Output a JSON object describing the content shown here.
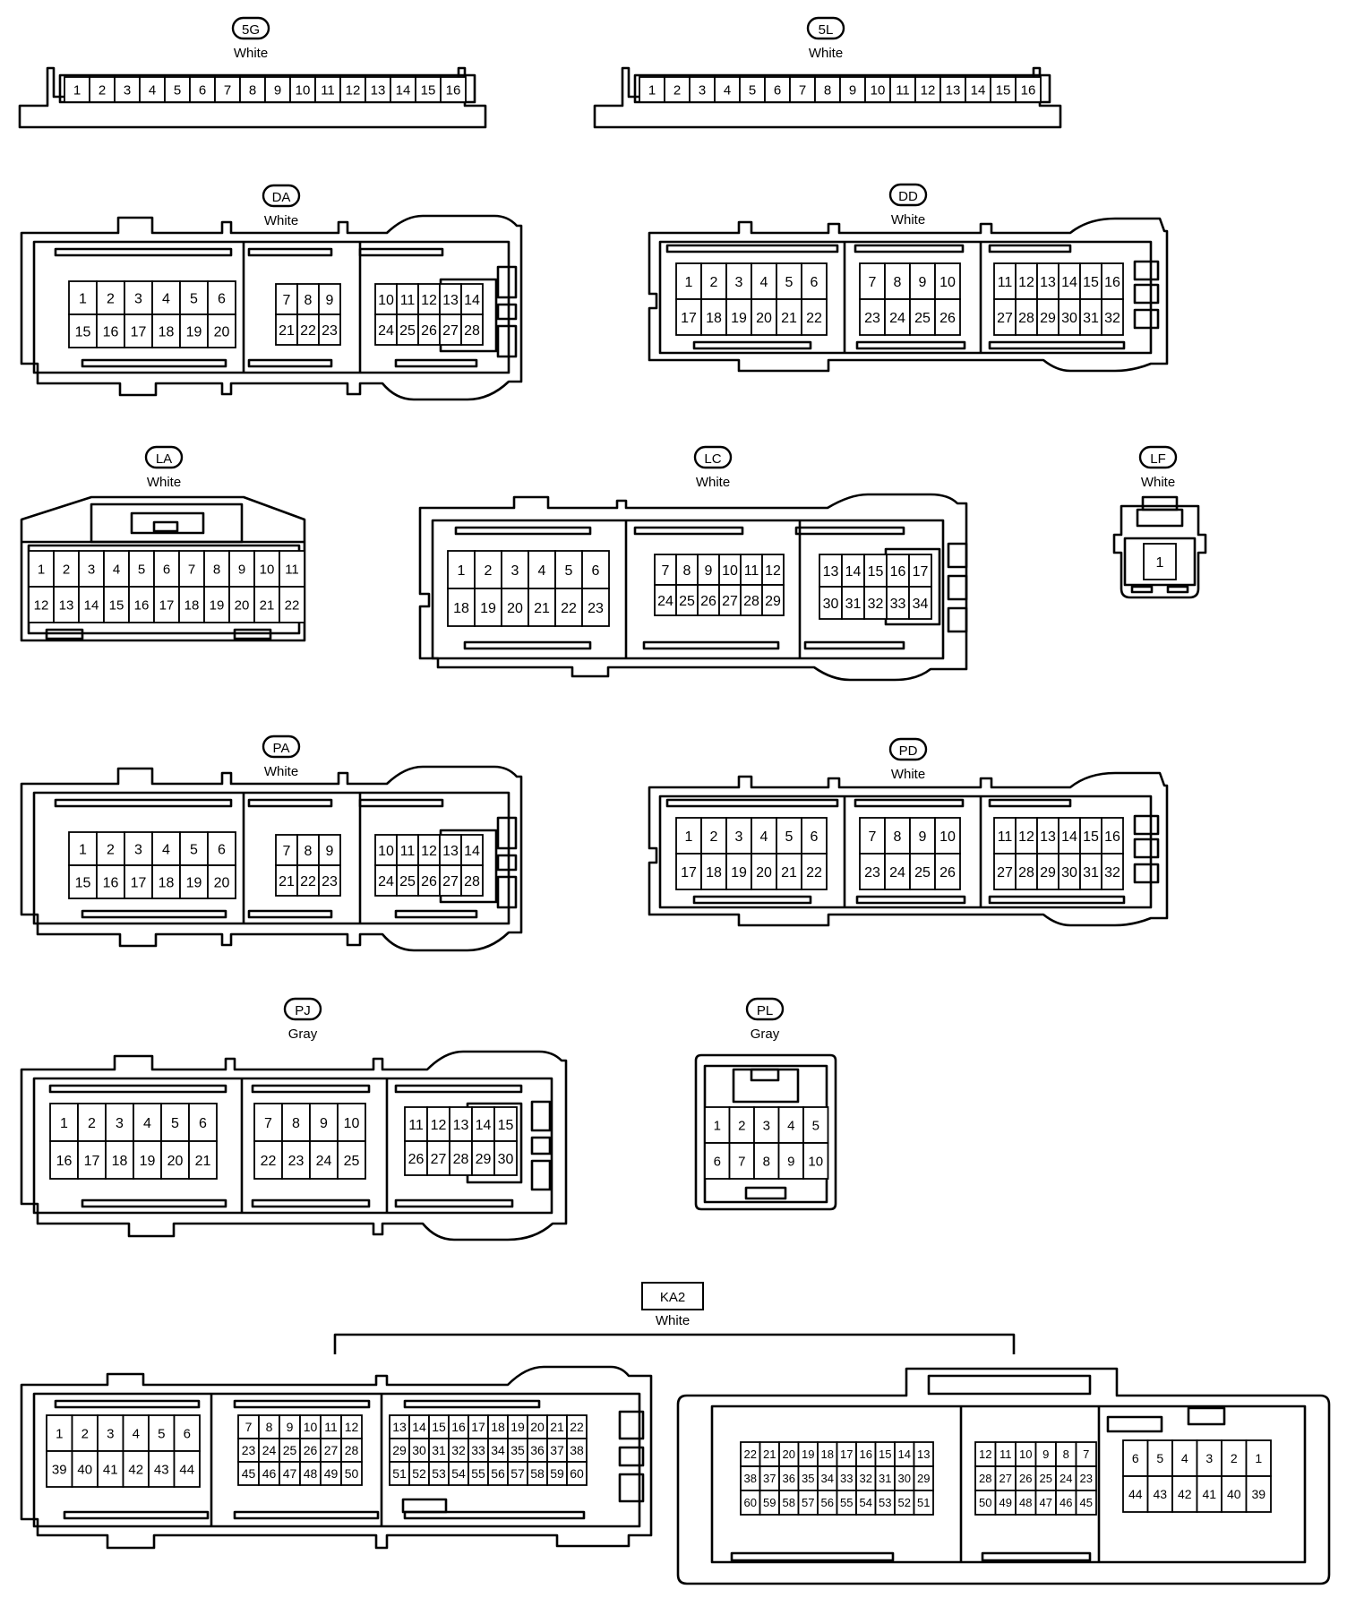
{
  "connectors": [
    {
      "id": "5G",
      "label": "5G",
      "color": "White",
      "rows": [
        [
          "1",
          "2",
          "3",
          "4",
          "5",
          "6",
          "7",
          "8",
          "9",
          "10",
          "11",
          "12",
          "13",
          "14",
          "15",
          "16"
        ]
      ]
    },
    {
      "id": "5L",
      "label": "5L",
      "color": "White",
      "rows": [
        [
          "1",
          "2",
          "3",
          "4",
          "5",
          "6",
          "7",
          "8",
          "9",
          "10",
          "11",
          "12",
          "13",
          "14",
          "15",
          "16"
        ]
      ]
    },
    {
      "id": "DA",
      "label": "DA",
      "color": "White",
      "rows": [
        [
          "1",
          "2",
          "3",
          "4",
          "5",
          "6"
        ],
        [
          "15",
          "16",
          "17",
          "18",
          "19",
          "20"
        ],
        [
          "7",
          "8",
          "9"
        ],
        [
          "21",
          "22",
          "23"
        ],
        [
          "10",
          "11",
          "12",
          "13",
          "14"
        ],
        [
          "24",
          "25",
          "26",
          "27",
          "28"
        ]
      ]
    },
    {
      "id": "DD",
      "label": "DD",
      "color": "White",
      "rows": [
        [
          "1",
          "2",
          "3",
          "4",
          "5",
          "6"
        ],
        [
          "17",
          "18",
          "19",
          "20",
          "21",
          "22"
        ],
        [
          "7",
          "8",
          "9",
          "10"
        ],
        [
          "23",
          "24",
          "25",
          "26"
        ],
        [
          "11",
          "12",
          "13",
          "14",
          "15",
          "16"
        ],
        [
          "27",
          "28",
          "29",
          "30",
          "31",
          "32"
        ]
      ]
    },
    {
      "id": "LA",
      "label": "LA",
      "color": "White",
      "rows": [
        [
          "1",
          "2",
          "3",
          "4",
          "5",
          "6",
          "7",
          "8",
          "9",
          "10",
          "11"
        ],
        [
          "12",
          "13",
          "14",
          "15",
          "16",
          "17",
          "18",
          "19",
          "20",
          "21",
          "22"
        ]
      ]
    },
    {
      "id": "LC",
      "label": "LC",
      "color": "White",
      "rows": [
        [
          "1",
          "2",
          "3",
          "4",
          "5",
          "6"
        ],
        [
          "18",
          "19",
          "20",
          "21",
          "22",
          "23"
        ],
        [
          "7",
          "8",
          "9",
          "10",
          "11",
          "12"
        ],
        [
          "24",
          "25",
          "26",
          "27",
          "28",
          "29"
        ],
        [
          "13",
          "14",
          "15",
          "16",
          "17"
        ],
        [
          "30",
          "31",
          "32",
          "33",
          "34"
        ]
      ]
    },
    {
      "id": "LF",
      "label": "LF",
      "color": "White",
      "rows": [
        [
          "1"
        ]
      ]
    },
    {
      "id": "PA",
      "label": "PA",
      "color": "White",
      "rows": [
        [
          "1",
          "2",
          "3",
          "4",
          "5",
          "6"
        ],
        [
          "15",
          "16",
          "17",
          "18",
          "19",
          "20"
        ],
        [
          "7",
          "8",
          "9"
        ],
        [
          "21",
          "22",
          "23"
        ],
        [
          "10",
          "11",
          "12",
          "13",
          "14"
        ],
        [
          "24",
          "25",
          "26",
          "27",
          "28"
        ]
      ]
    },
    {
      "id": "PD",
      "label": "PD",
      "color": "White",
      "rows": [
        [
          "1",
          "2",
          "3",
          "4",
          "5",
          "6"
        ],
        [
          "17",
          "18",
          "19",
          "20",
          "21",
          "22"
        ],
        [
          "7",
          "8",
          "9",
          "10"
        ],
        [
          "23",
          "24",
          "25",
          "26"
        ],
        [
          "11",
          "12",
          "13",
          "14",
          "15",
          "16"
        ],
        [
          "27",
          "28",
          "29",
          "30",
          "31",
          "32"
        ]
      ]
    },
    {
      "id": "PJ",
      "label": "PJ",
      "color": "Gray",
      "rows": [
        [
          "1",
          "2",
          "3",
          "4",
          "5",
          "6"
        ],
        [
          "16",
          "17",
          "18",
          "19",
          "20",
          "21"
        ],
        [
          "7",
          "8",
          "9",
          "10"
        ],
        [
          "22",
          "23",
          "24",
          "25"
        ],
        [
          "11",
          "12",
          "13",
          "14",
          "15"
        ],
        [
          "26",
          "27",
          "28",
          "29",
          "30"
        ]
      ]
    },
    {
      "id": "PL",
      "label": "PL",
      "color": "Gray",
      "rows": [
        [
          "1",
          "2",
          "3",
          "4",
          "5"
        ],
        [
          "6",
          "7",
          "8",
          "9",
          "10"
        ]
      ]
    },
    {
      "id": "KA2",
      "label": "KA2",
      "color": "White",
      "rows": [
        [
          "1",
          "2",
          "3",
          "4",
          "5",
          "6"
        ],
        [
          "39",
          "40",
          "41",
          "42",
          "43",
          "44"
        ],
        [
          "7",
          "8",
          "9",
          "10",
          "11",
          "12"
        ],
        [
          "23",
          "24",
          "25",
          "26",
          "27",
          "28"
        ],
        [
          "45",
          "46",
          "47",
          "48",
          "49",
          "50"
        ],
        [
          "13",
          "14",
          "15",
          "16",
          "17",
          "18",
          "19",
          "20",
          "21",
          "22"
        ],
        [
          "29",
          "30",
          "31",
          "32",
          "33",
          "34",
          "35",
          "36",
          "37",
          "38"
        ],
        [
          "51",
          "52",
          "53",
          "54",
          "55",
          "56",
          "57",
          "58",
          "59",
          "60"
        ],
        [
          "22",
          "21",
          "20",
          "19",
          "18",
          "17",
          "16",
          "15",
          "14",
          "13"
        ],
        [
          "38",
          "37",
          "36",
          "35",
          "34",
          "33",
          "32",
          "31",
          "30",
          "29"
        ],
        [
          "60",
          "59",
          "58",
          "57",
          "56",
          "55",
          "54",
          "53",
          "52",
          "51"
        ],
        [
          "12",
          "11",
          "10",
          "9",
          "8",
          "7"
        ],
        [
          "28",
          "27",
          "26",
          "25",
          "24",
          "23"
        ],
        [
          "50",
          "49",
          "48",
          "47",
          "46",
          "45"
        ],
        [
          "6",
          "5",
          "4",
          "3",
          "2",
          "1"
        ],
        [
          "44",
          "43",
          "42",
          "41",
          "40",
          "39"
        ]
      ]
    }
  ]
}
